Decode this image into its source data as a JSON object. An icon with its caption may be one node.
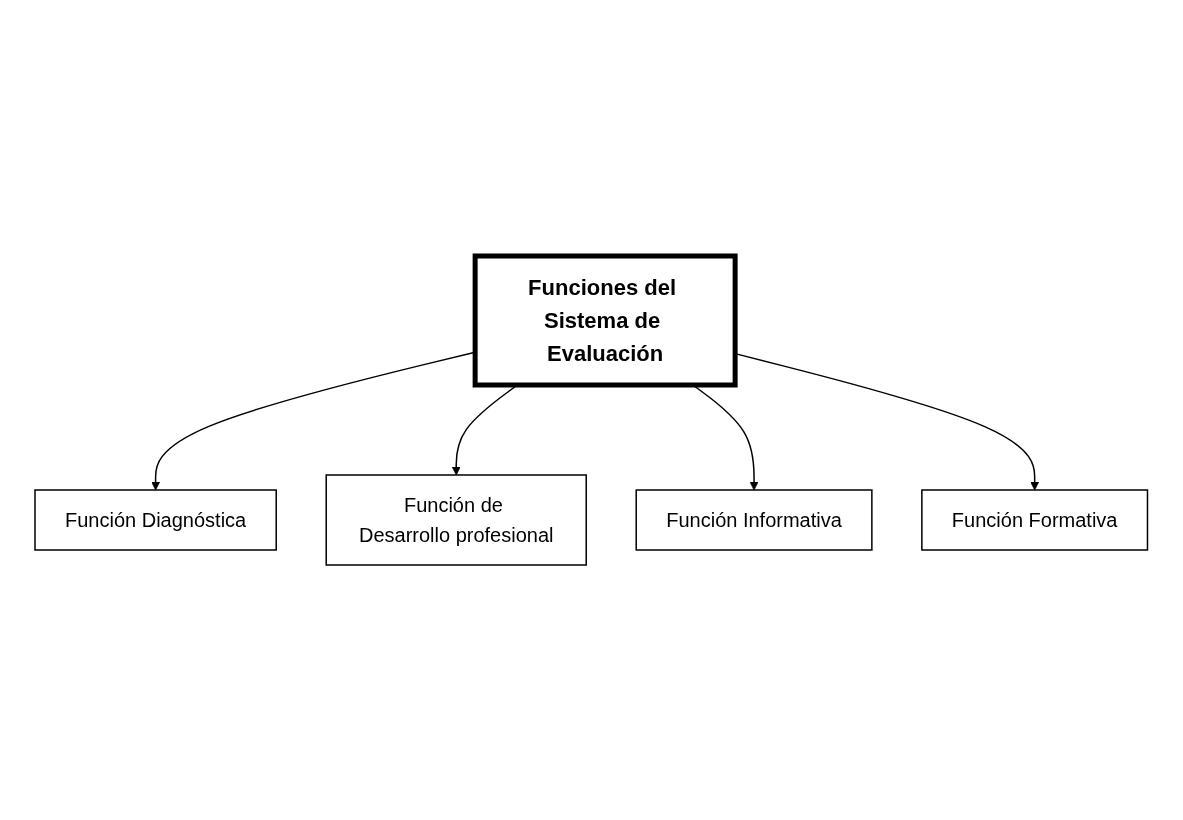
{
  "diagram": {
    "nodes": [
      {
        "text": [
          "Función Diagnóstica"
        ]
      },
      {
        "text": [
          "Función de Desarrollo profesional"
        ]
      },
      {
        "text": [
          "Funciones del Sistema de Evaluación"
        ]
      },
      {
        "text": [
          "Función Informativa"
        ]
      },
      {
        "text": [
          "Función Formativa"
        ]
      }
    ],
    "edges": [
      {
        "from": 2,
        "to": 0,
        "arrow": "to"
      },
      {
        "from": 2,
        "to": 1,
        "arrow": "to"
      },
      {
        "from": 2,
        "to": 3,
        "arrow": "to"
      },
      {
        "from": 2,
        "to": 4,
        "arrow": "to"
      }
    ]
  }
}
